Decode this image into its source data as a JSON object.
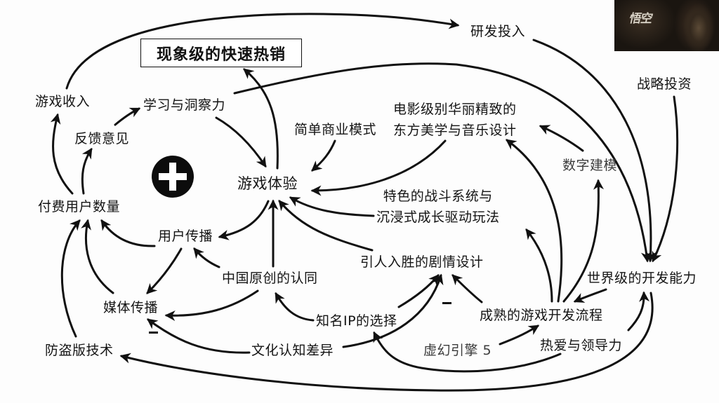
{
  "diagram": {
    "type": "causal-loop-diagram",
    "title_box": "现象级的快速热销",
    "loop_polarity_symbol": "plus",
    "negative_link_marker": "−",
    "nodes": {
      "game_revenue": "游戏收入",
      "feedback": "反馈意见",
      "learning_insight": "学习与洞察力",
      "paying_users": "付费用户数量",
      "game_experience": "游戏体验",
      "simple_business_model": "简单商业模式",
      "cinematic_aesthetics": [
        "电影级别华丽精致的",
        "东方美学与音乐设计"
      ],
      "combat_system": [
        "特色的战斗系统与",
        "沉浸式成长驱动玩法"
      ],
      "digital_modeling": "数字建模",
      "rd_investment": "研发投入",
      "strategic_investment": "战略投资",
      "user_word_of_mouth": "用户传播",
      "media_coverage": "媒体传播",
      "chinese_original_identity": "中国原创的认同",
      "engaging_story": "引人入胜的剧情设计",
      "world_class_dev": "世界级的开发能力",
      "mature_dev_process": "成熟的游戏开发流程",
      "famous_ip": "知名IP的选择",
      "cultural_gap": "文化认知差异",
      "unreal_engine": "虚幻引擎 5",
      "passion_leadership": "热爱与领导力",
      "anti_piracy": "防盗版技术"
    },
    "links": [
      {
        "from": "paying_users",
        "to": "game_revenue",
        "polarity": "+"
      },
      {
        "from": "paying_users",
        "to": "feedback",
        "polarity": "+"
      },
      {
        "from": "feedback",
        "to": "learning_insight",
        "polarity": "+"
      },
      {
        "from": "game_revenue",
        "to": "rd_investment",
        "polarity": "+"
      },
      {
        "from": "learning_insight",
        "to": "game_experience",
        "polarity": "+"
      },
      {
        "from": "learning_insight",
        "to": "world_class_dev",
        "polarity": "+"
      },
      {
        "from": "game_experience",
        "to": "title_box",
        "polarity": "+"
      },
      {
        "from": "simple_business_model",
        "to": "game_experience",
        "polarity": "+"
      },
      {
        "from": "cinematic_aesthetics",
        "to": "game_experience",
        "polarity": "+"
      },
      {
        "from": "combat_system",
        "to": "game_experience",
        "polarity": "+"
      },
      {
        "from": "engaging_story",
        "to": "game_experience",
        "polarity": "+"
      },
      {
        "from": "chinese_original_identity",
        "to": "game_experience",
        "polarity": "+"
      },
      {
        "from": "game_experience",
        "to": "user_word_of_mouth",
        "polarity": "+"
      },
      {
        "from": "user_word_of_mouth",
        "to": "paying_users",
        "polarity": "+"
      },
      {
        "from": "user_word_of_mouth",
        "to": "media_coverage",
        "polarity": "+"
      },
      {
        "from": "media_coverage",
        "to": "paying_users",
        "polarity": "+"
      },
      {
        "from": "anti_piracy",
        "to": "paying_users",
        "polarity": "+"
      },
      {
        "from": "chinese_original_identity",
        "to": "user_word_of_mouth",
        "polarity": "+"
      },
      {
        "from": "chinese_original_identity",
        "to": "media_coverage",
        "polarity": "+"
      },
      {
        "from": "famous_ip",
        "to": "chinese_original_identity",
        "polarity": "+"
      },
      {
        "from": "famous_ip",
        "to": "engaging_story",
        "polarity": "+"
      },
      {
        "from": "cultural_gap",
        "to": "media_coverage",
        "polarity": "-"
      },
      {
        "from": "cultural_gap",
        "to": "engaging_story",
        "polarity": "-"
      },
      {
        "from": "mature_dev_process",
        "to": "engaging_story",
        "polarity": "+"
      },
      {
        "from": "mature_dev_process",
        "to": "combat_system",
        "polarity": "+"
      },
      {
        "from": "mature_dev_process",
        "to": "cinematic_aesthetics",
        "polarity": "+"
      },
      {
        "from": "mature_dev_process",
        "to": "digital_modeling",
        "polarity": "+"
      },
      {
        "from": "digital_modeling",
        "to": "cinematic_aesthetics",
        "polarity": "+"
      },
      {
        "from": "world_class_dev",
        "to": "mature_dev_process",
        "polarity": "+"
      },
      {
        "from": "unreal_engine",
        "to": "mature_dev_process",
        "polarity": "+"
      },
      {
        "from": "passion_leadership",
        "to": "world_class_dev",
        "polarity": "+"
      },
      {
        "from": "passion_leadership",
        "to": "famous_ip",
        "polarity": "+"
      },
      {
        "from": "rd_investment",
        "to": "world_class_dev",
        "polarity": "+"
      },
      {
        "from": "strategic_investment",
        "to": "world_class_dev",
        "polarity": "+"
      },
      {
        "from": "world_class_dev",
        "to": "anti_piracy",
        "polarity": "+"
      }
    ],
    "thumbnail": {
      "description": "game key art thumbnail",
      "caption": "悟空"
    }
  }
}
